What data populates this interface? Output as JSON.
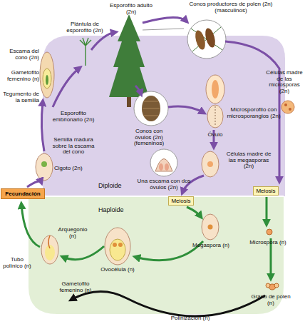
{
  "diagram": {
    "nodes": [
      {
        "text": [
          "Fecundación"
        ]
      },
      {
        "text": [
          "Meiosis"
        ]
      },
      {
        "text": [
          "Meiosis"
        ]
      }
    ],
    "labels": [
      "Esporofito adulto (2n)",
      "Conos productores de polen (2n) (masculinos)",
      "Plántula de esporofito (2n)",
      "Escama del cono (2n)",
      "Gametofito femenino (n)",
      "Tegumento de la semilla",
      "Esporofito embrionario (2n)",
      "Células madre de las microsporas (2n)",
      "Microsporofilo con microsporangios (2n)",
      "Conos con óvulos (2n) (femeninos)",
      "Óvulo",
      "Semilla madura sobre la escama del cono",
      "Cigoto (2n)",
      "Células madre de las megasporas (2n)",
      "Una escama con dos óvulos (2n)",
      "Diploide",
      "Haploide",
      "Tubo polínico (n)",
      "Arquegonio (n)",
      "Megaspora (n)",
      "Microspora (n)",
      "Ovocélula (n)",
      "Gametofito femenino (n)",
      "Grano de polen (n)",
      "Polinización (n)"
    ]
  }
}
